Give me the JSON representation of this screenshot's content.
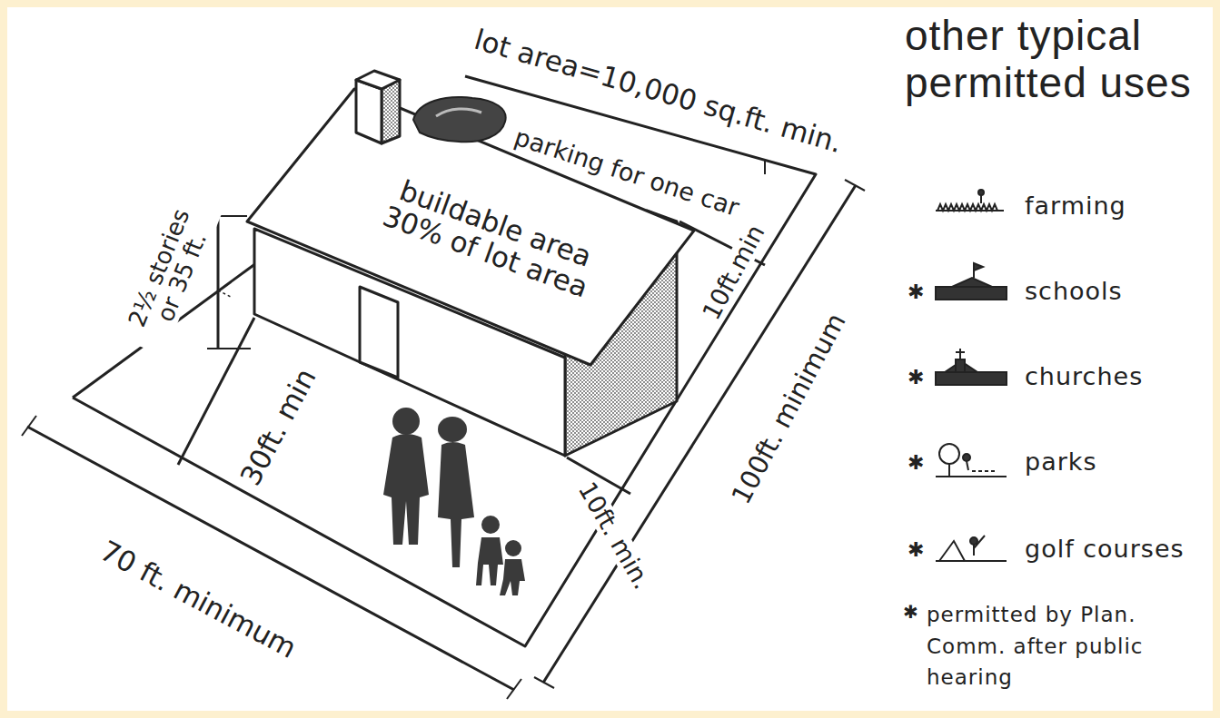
{
  "diagram": {
    "title": "other typical permitted uses",
    "labels": [
      "lot area=10,000 sq.ft. min.",
      "parking for one car",
      "buildable area 30% of lot area",
      "2½ stories or 35 ft.",
      "10ft.min",
      "100ft. minimum",
      "30ft. min",
      "10ft. min.",
      "70 ft. minimum",
      "✱",
      "✱",
      "✱",
      "✱",
      "✱",
      "permitted by Plan. Comm. after public hearing"
    ],
    "legend": [
      {
        "text": "farming"
      },
      {
        "text": "schools"
      },
      {
        "text": "churches"
      },
      {
        "text": "parks"
      },
      {
        "text": "golf courses"
      }
    ]
  }
}
